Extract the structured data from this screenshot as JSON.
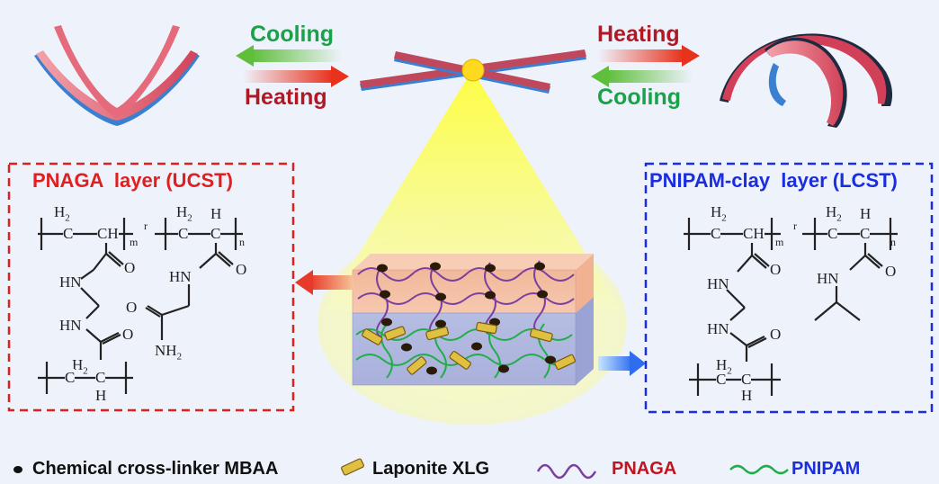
{
  "labels": {
    "cooling_left": "Cooling",
    "heating_left": "Heating",
    "heating_right": "Heating",
    "cooling_right": "Cooling"
  },
  "left_box": {
    "title": "PNAGA  layer (UCST)",
    "color": "#e02020",
    "chem": {
      "h2a": "H",
      "h2b": "2",
      "c": "C",
      "ch": "CH",
      "h": "H",
      "c2": "C",
      "m": "m",
      "r": "r",
      "n": "n",
      "o": "O",
      "hn": "HN",
      "nh2": "NH",
      "nh2sub": "2",
      "h2c": "H",
      "h2csub": "2"
    }
  },
  "right_box": {
    "title": "PNIPAM-clay  layer (LCST)",
    "color": "#1a2ee0",
    "chem": {
      "h": "H",
      "two": "2",
      "c": "C",
      "ch": "CH",
      "m": "m",
      "r": "r",
      "n": "n",
      "o": "O",
      "hn": "HN"
    }
  },
  "legend": {
    "crosslinker": "Chemical cross-linker  MBAA",
    "laponite": "Laponite XLG",
    "pnaga": "PNAGA",
    "pnipam": "PNIPAM"
  },
  "colors": {
    "pnaga_chain": "#7b3fa0",
    "pnipam_chain": "#1fae48",
    "pnaga_text": "#c0141e",
    "pnipam_text": "#1a2ee0",
    "gripper_red": "#e05a6e",
    "gripper_blue": "#3b7fd0"
  }
}
